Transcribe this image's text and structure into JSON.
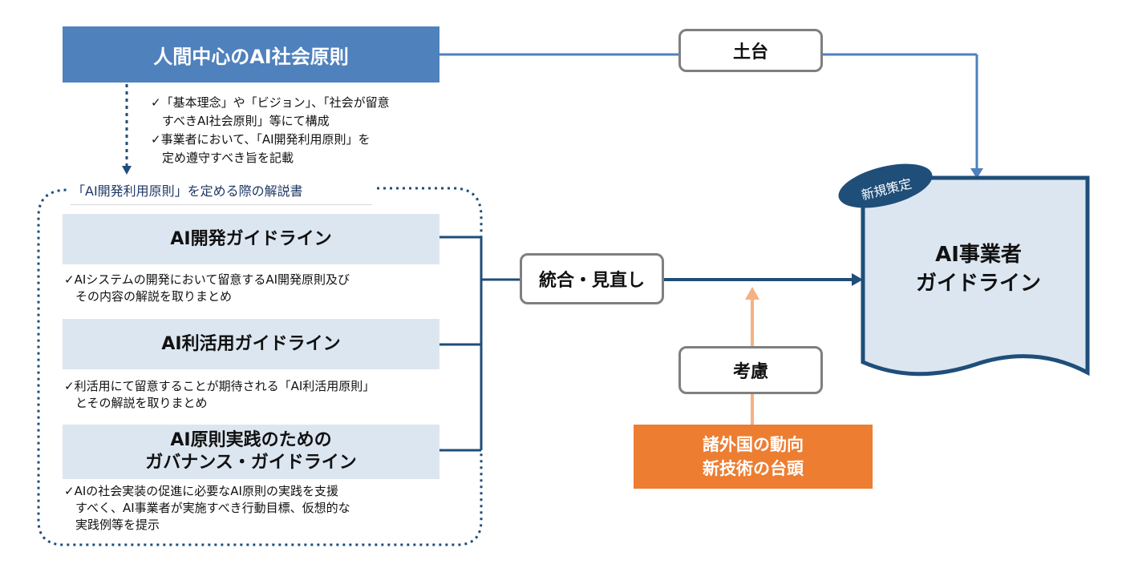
{
  "principles": {
    "title": "人間中心のAI社会原則",
    "notes": [
      "✓「基本理念」や「ビジョン」、「社会が留意",
      "すべきAI社会原則」等にて構成",
      "✓事業者において、「AI開発利用原則」を",
      "定め遵守すべき旨を記載"
    ]
  },
  "explanation_label": "「AI開発利用原則」を定める際の解説書",
  "guidelines": [
    {
      "title_lines": [
        "AI開発ガイドライン"
      ],
      "desc": [
        "✓AIシステムの開発において留意するAI開発原則及び",
        "その内容の解説を取りまとめ"
      ]
    },
    {
      "title_lines": [
        "AI利活用ガイドライン"
      ],
      "desc": [
        "✓利活用にて留意することが期待される「AI利活用原則」",
        "とその解説を取りまとめ"
      ]
    },
    {
      "title_lines": [
        "AI原則実践のための",
        "ガバナンス・ガイドライン"
      ],
      "desc": [
        "✓AIの社会実装の促進に必要なAI原則の実践を支援",
        "すべく、AI事業者が実施すべき行動目標、仮想的な",
        "実践例等を提示"
      ]
    }
  ],
  "foundation_label": "土台",
  "integrate_label": "統合・見直し",
  "consider_label": "考慮",
  "external_factors": [
    "諸外国の動向",
    "新技術の台頭"
  ],
  "new_badge": "新規策定",
  "result_doc": [
    "AI事業者",
    "ガイドライン"
  ],
  "colors": {
    "principles_blue": "#4f81bd",
    "guideline_bg": "#dce6f1",
    "connector_navy": "#1f4e79",
    "orange": "#ed7d31",
    "document_fill": "#dce6f1"
  }
}
